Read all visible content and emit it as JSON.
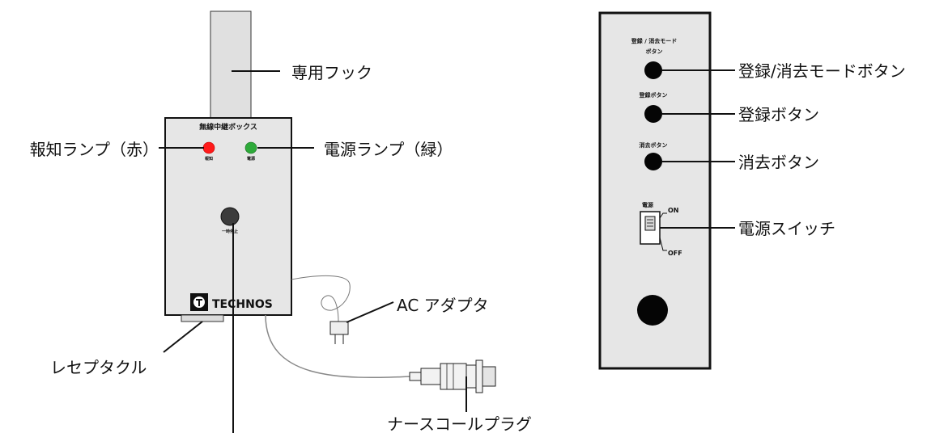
{
  "front": {
    "box_title": "無線中継ボックス",
    "alarm_small": "報知",
    "power_small": "電源",
    "pause_small": "一時停止",
    "logo_text": "TECHNOS",
    "colors": {
      "alarm_lamp": "#ff1a1a",
      "power_lamp": "#2eaa3a",
      "box_fill": "#e6e6e6",
      "hook_fill": "#e0e0e0"
    },
    "callouts": {
      "hook": "専用フック",
      "alarm_lamp": "報知ランプ（赤）",
      "power_lamp": "電源ランプ（緑）",
      "ac_adapter": "AC アダプタ",
      "receptacle": "レセプタクル",
      "nurse_call_plug": "ナースコールプラグ"
    }
  },
  "back": {
    "panel_labels": {
      "mode_line1": "登録 / 消去モード",
      "mode_line2": "ボタン",
      "register": "登録ボタン",
      "erase": "消去ボタン",
      "power": "電源",
      "on": "ON",
      "off": "OFF"
    },
    "callouts": {
      "mode_button": "登録/消去モードボタン",
      "register_button": "登録ボタン",
      "erase_button": "消去ボタン",
      "power_switch": "電源スイッチ"
    }
  }
}
